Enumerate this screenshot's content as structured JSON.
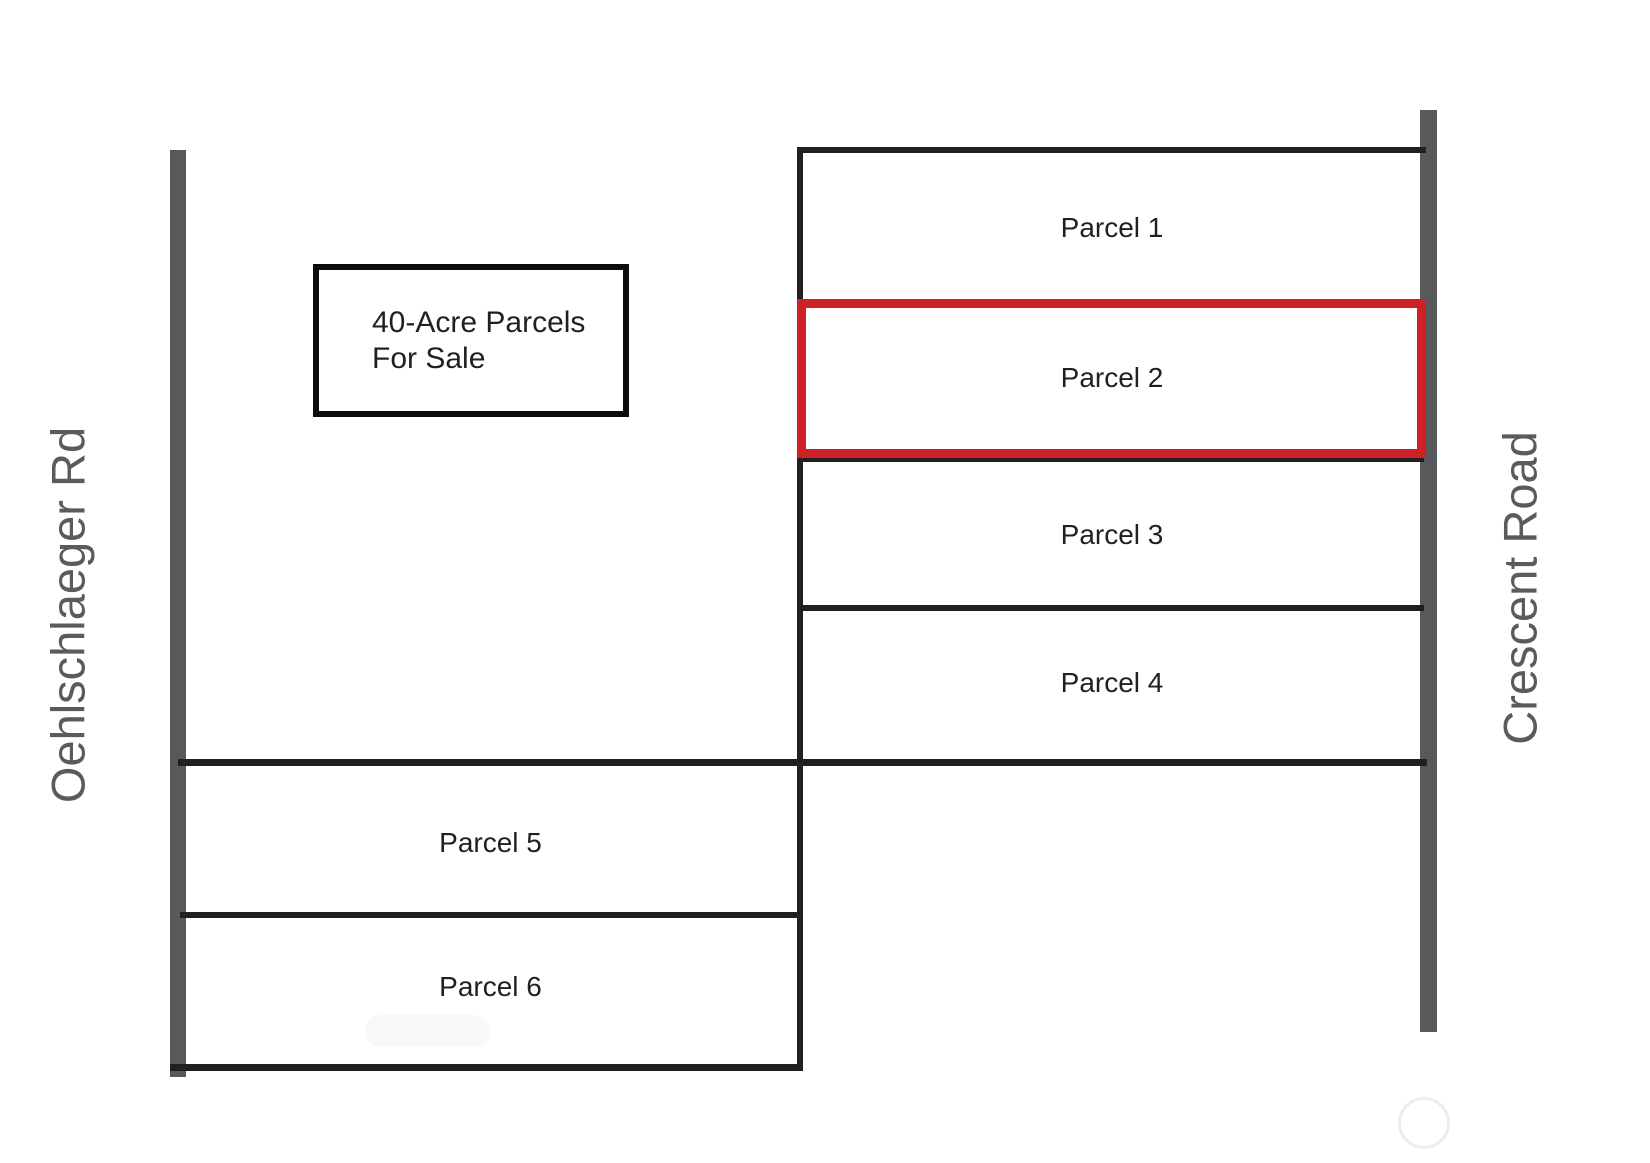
{
  "map": {
    "title": {
      "line1": "40-Acre Parcels",
      "line2": "For Sale"
    },
    "roads": {
      "left": "Oehlschlaeger Rd",
      "right": "Crescent Road"
    },
    "parcels": [
      {
        "label": "Parcel 1",
        "highlighted": false
      },
      {
        "label": "Parcel 2",
        "highlighted": true
      },
      {
        "label": "Parcel 3",
        "highlighted": false
      },
      {
        "label": "Parcel 4",
        "highlighted": false
      },
      {
        "label": "Parcel 5",
        "highlighted": false
      },
      {
        "label": "Parcel 6",
        "highlighted": false
      }
    ],
    "colors": {
      "highlight": "#ce2127",
      "line": "#231f20",
      "road": "#58595b",
      "label_text": "#231f20",
      "road_text": "#5a5b5d",
      "background": "#ffffff"
    }
  }
}
